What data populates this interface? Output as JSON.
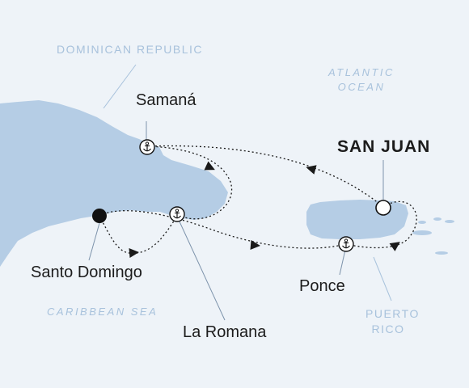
{
  "colors": {
    "background": "#eef3f8",
    "land": "#b5cde5",
    "route": "#1a1a1a",
    "region_text": "#a8c2dc",
    "port_text": "#1c1c1c",
    "leader_line": "#7d93ab"
  },
  "regions": {
    "dominican_republic": "DOMINICAN REPUBLIC",
    "puerto_rico_line1": "PUERTO",
    "puerto_rico_line2": "RICO"
  },
  "seas": {
    "atlantic_line1": "ATLANTIC",
    "atlantic_line2": "OCEAN",
    "caribbean": "CARIBBEAN SEA"
  },
  "ports": {
    "samana": "Samaná",
    "san_juan": "SAN JUAN",
    "santo_domingo": "Santo Domingo",
    "la_romana": "La Romana",
    "ponce": "Ponce"
  },
  "icons": {
    "port_stop": "anchor-icon",
    "embark_port": "filled-circle-icon",
    "disembark_port": "open-circle-icon",
    "direction": "arrowhead-icon"
  }
}
